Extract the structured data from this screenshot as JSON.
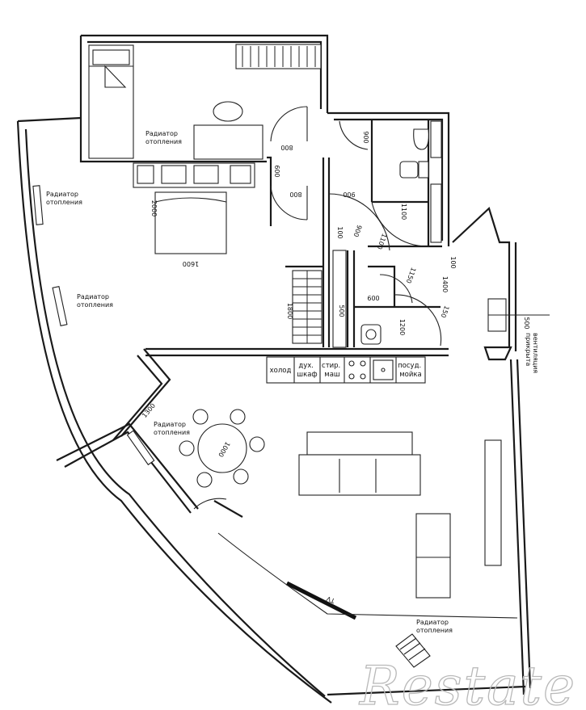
{
  "labels": {
    "radiator_bedroom_top": [
      "Радиатор",
      "отопления"
    ],
    "radiator_left_1": [
      "Радиатор",
      "отопления"
    ],
    "radiator_left_2": [
      "Радиатор",
      "отопления"
    ],
    "radiator_dining": [
      "Радиатор",
      "отопления"
    ],
    "radiator_bottom_right": [
      "Радиатор",
      "отопления"
    ],
    "ventilation_box": [
      "вентиляция",
      "прикрыта"
    ]
  },
  "kitchen": {
    "fridge": "холод",
    "oven": [
      "дух.",
      "шкаф"
    ],
    "washer": [
      "стир.",
      "маш"
    ],
    "dishwasher": [
      "посуд.",
      "мойка"
    ]
  },
  "dimensions": {
    "door_bedroom_top": "800",
    "door_bedroom_mid": "600",
    "door_bedroom_low": "800",
    "bath_top": "900",
    "corridor_900": "900",
    "corridor_1100": "1100",
    "diag_900": "900",
    "diag_1100": "1100",
    "vert_100": "100",
    "wc_1150": "1150",
    "right_100": "100",
    "right_1400": "1400",
    "right_150": "150",
    "closet_1800": "1800",
    "closet_500": "500",
    "wc_600": "600",
    "wc_1200": "1200",
    "vent_500": "500",
    "bed_2000": "2000",
    "bed_1600": "1600",
    "table_1000": "1000",
    "dining_wall_1300": "1300"
  },
  "tv_label": "TV",
  "watermark": "Restate"
}
